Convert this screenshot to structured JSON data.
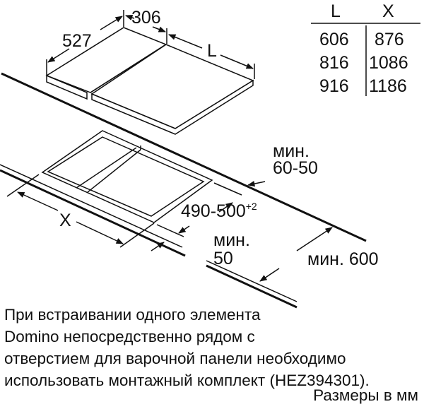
{
  "dimensions": {
    "depth": "527",
    "domino_width": "306",
    "hob_length": "L",
    "cutout_width": "X",
    "cutout_depth": "490-500",
    "cutout_depth_tolerance": "+2",
    "back_distance_label": "мин.",
    "back_distance_value": "60-50",
    "front_distance_label": "мин.",
    "front_distance_value": "50",
    "worktop_depth": "мин. 600"
  },
  "size_table": {
    "headers": [
      "L",
      "X"
    ],
    "rows": [
      [
        "606",
        "876"
      ],
      [
        "816",
        "1086"
      ],
      [
        "916",
        "1186"
      ]
    ]
  },
  "note": {
    "lines": [
      "При встраивании одного элемента",
      "Domino непосредственно рядом с",
      "отверстием для варочной панели необходимо",
      "использовать монтажный комплект (HEZ394301)."
    ],
    "units": "Размеры в мм"
  }
}
